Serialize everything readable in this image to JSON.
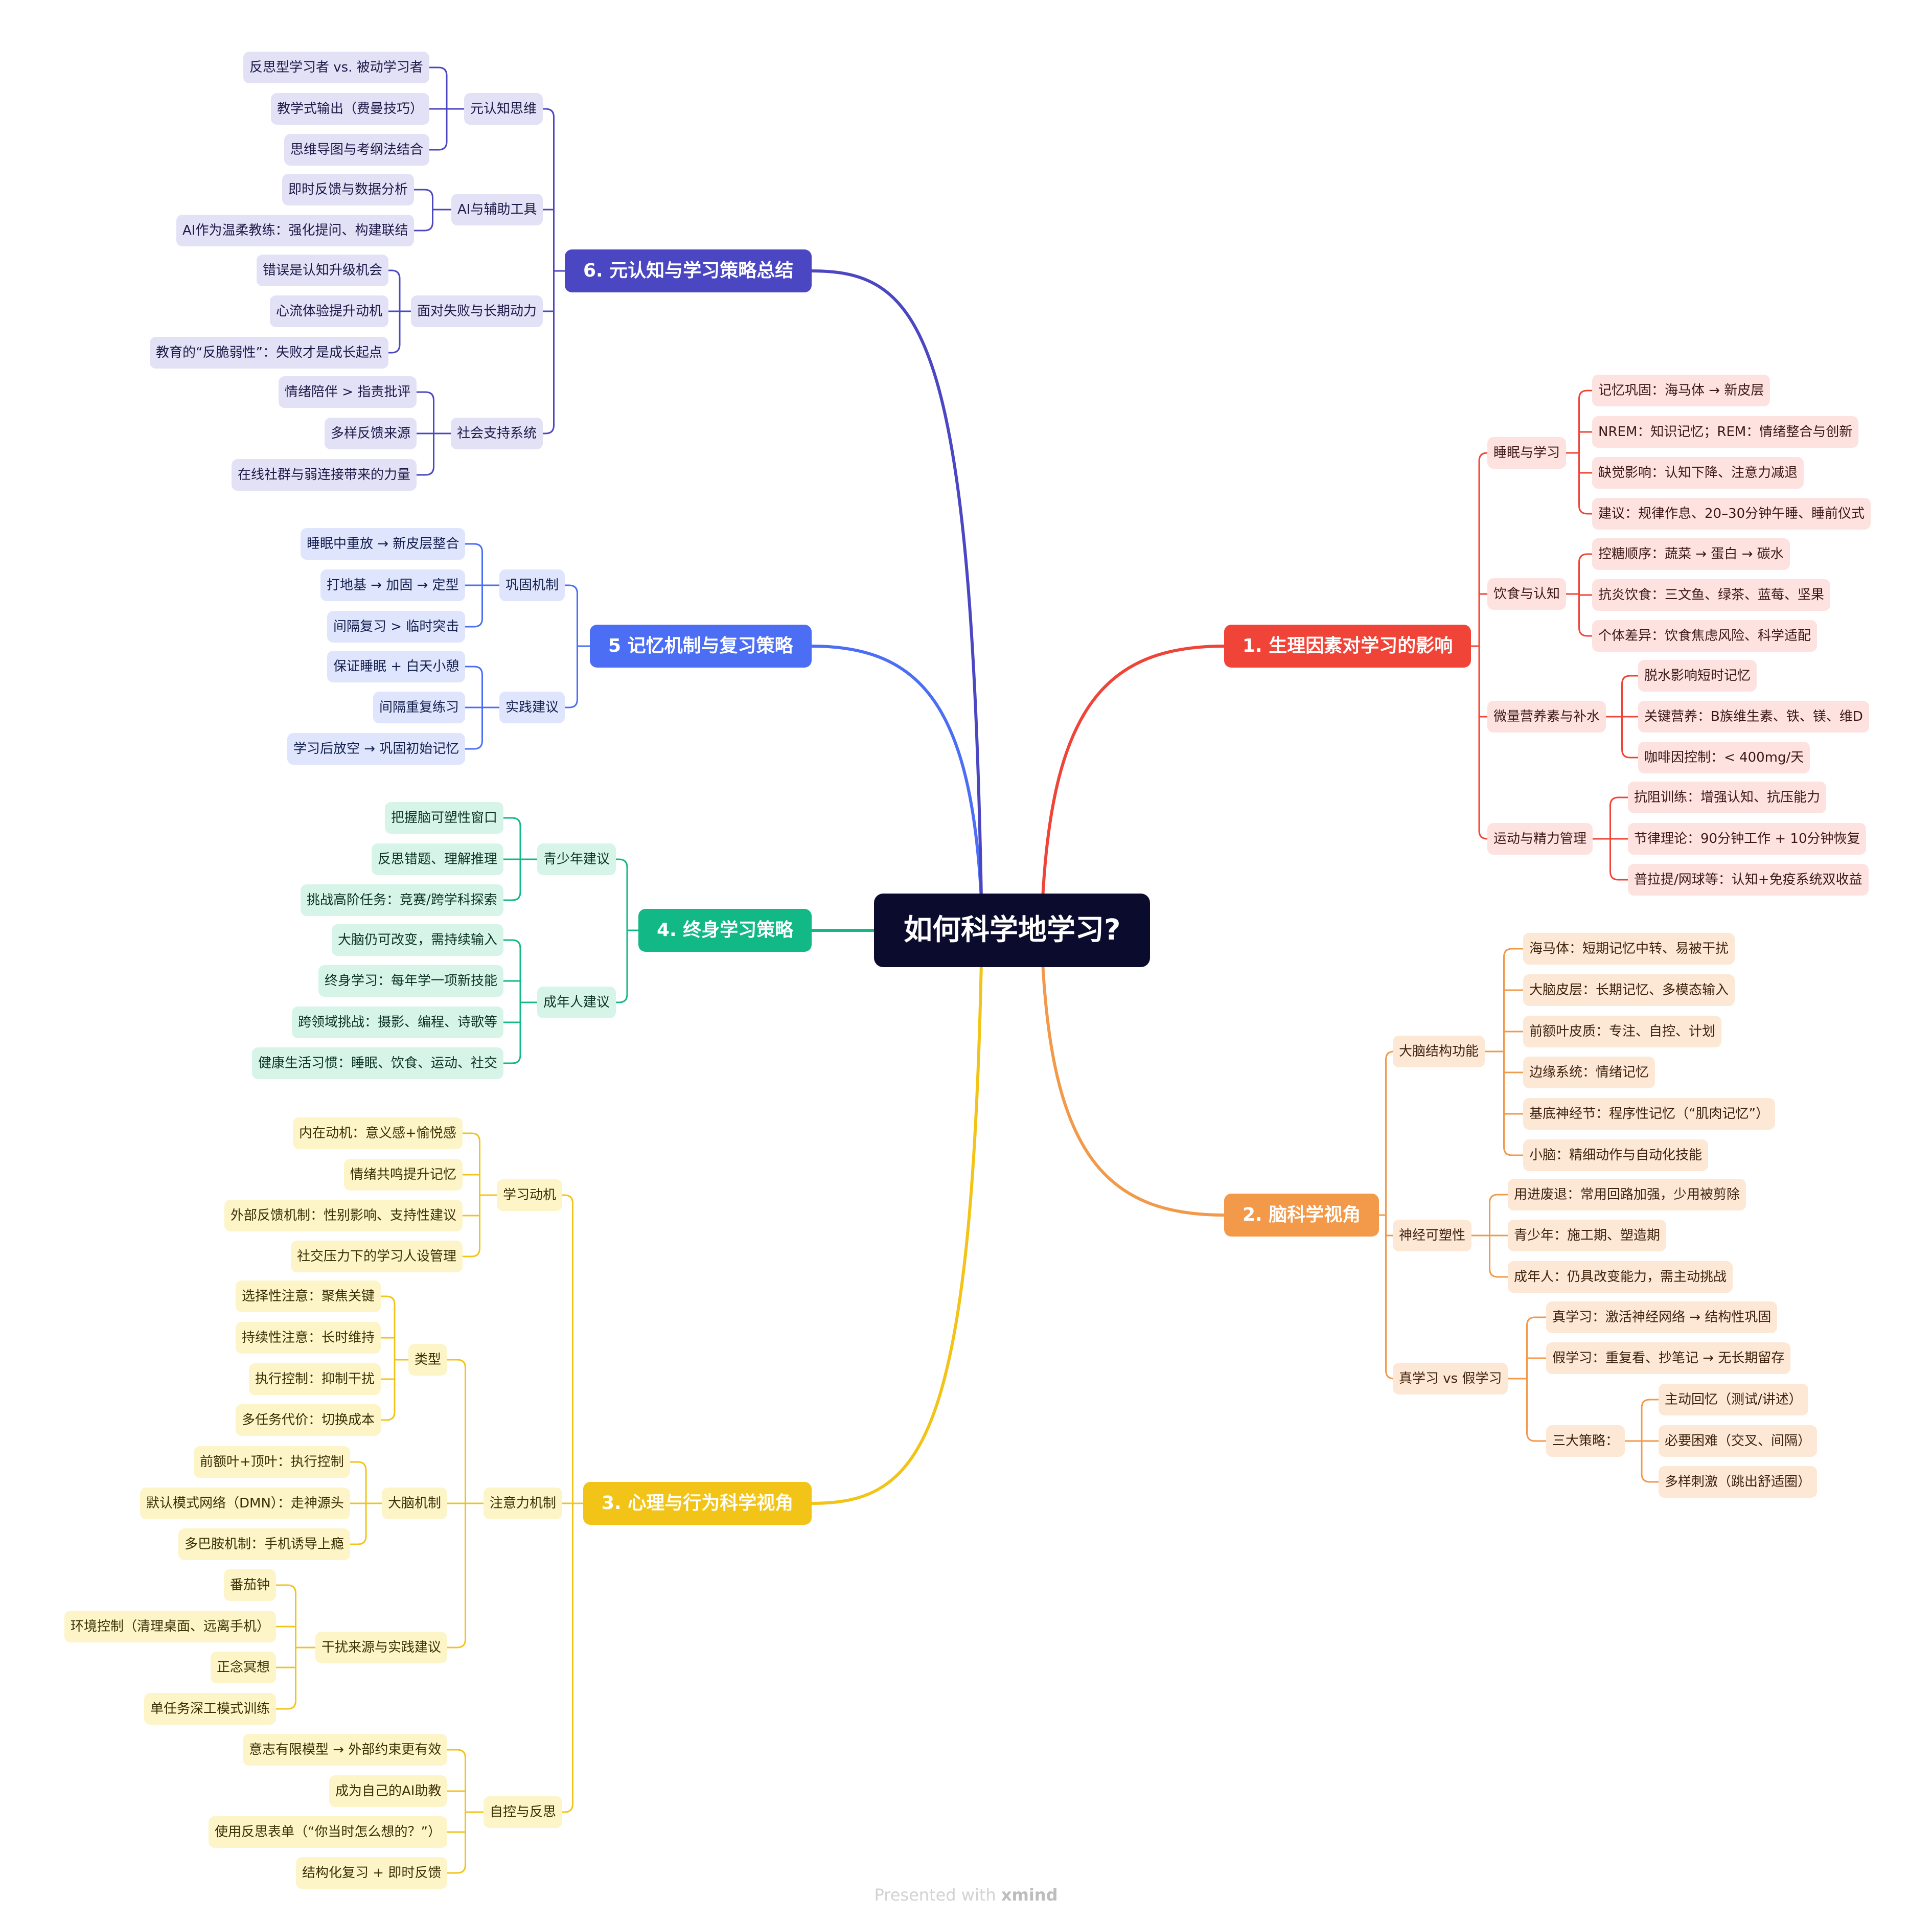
{
  "root": {
    "label": "如何科学地学习?",
    "color": "#0b0b2e"
  },
  "branches": [
    {
      "id": "b1",
      "label": "1. 生理因素对学习的影响",
      "color": "#f04438",
      "light": "#fde2e0",
      "text": "#3c1715",
      "side": "right",
      "groups": [
        {
          "label": "睡眠与学习",
          "items": [
            "记忆巩固：海马体 → 新皮层",
            "NREM：知识记忆；REM：情绪整合与创新",
            "缺觉影响：认知下降、注意力减退",
            "建议：规律作息、20–30分钟午睡、睡前仪式"
          ]
        },
        {
          "label": "饮食与认知",
          "items": [
            "控糖顺序：蔬菜 → 蛋白 → 碳水",
            "抗炎饮食：三文鱼、绿茶、蓝莓、坚果",
            "个体差异：饮食焦虑风险、科学适配"
          ]
        },
        {
          "label": "微量营养素与补水",
          "items": [
            "脱水影响短时记忆",
            "关键营养：B族维生素、铁、镁、维D",
            "咖啡因控制：< 400mg/天"
          ]
        },
        {
          "label": "运动与精力管理",
          "items": [
            "抗阻训练：增强认知、抗压能力",
            "节律理论：90分钟工作 + 10分钟恢复",
            "普拉提/网球等：认知+免疫系统双收益"
          ]
        }
      ]
    },
    {
      "id": "b2",
      "label": "2. 脑科学视角",
      "color": "#f2994a",
      "light": "#fde7d5",
      "text": "#3d230d",
      "side": "right",
      "groups": [
        {
          "label": "大脑结构功能",
          "items": [
            "海马体：短期记忆中转、易被干扰",
            "大脑皮层：长期记忆、多模态输入",
            "前额叶皮质：专注、自控、计划",
            "边缘系统：情绪记忆",
            "基底神经节：程序性记忆（“肌肉记忆”）",
            "小脑：精细动作与自动化技能"
          ]
        },
        {
          "label": "神经可塑性",
          "items": [
            "用进废退：常用回路加强，少用被剪除",
            "青少年：施工期、塑造期",
            "成年人：仍具改变能力，需主动挑战"
          ]
        },
        {
          "label": "真学习 vs 假学习",
          "items": [
            "真学习：激活神经网络 → 结构性巩固",
            "假学习：重复看、抄笔记 → 无长期留存",
            {
              "label": "三大策略：",
              "items": [
                "主动回忆（测试/讲述）",
                "必要困难（交叉、间隔）",
                "多样刺激（跳出舒适圈）"
              ]
            }
          ]
        }
      ]
    },
    {
      "id": "b3",
      "label": "3. 心理与行为科学视角",
      "color": "#f2c418",
      "light": "#fdf4c8",
      "text": "#3a2f05",
      "side": "left",
      "groups": [
        {
          "label": "学习动机",
          "items": [
            "内在动机：意义感+愉悦感",
            "情绪共鸣提升记忆",
            "外部反馈机制：性别影响、支持性建议",
            "社交压力下的学习人设管理"
          ]
        },
        {
          "label": "注意力机制",
          "items": [
            {
              "label": "类型",
              "items": [
                "选择性注意：聚焦关键",
                "持续性注意：长时维持",
                "执行控制：抑制干扰",
                "多任务代价：切换成本"
              ]
            },
            {
              "label": "大脑机制",
              "items": [
                "前额叶+顶叶：执行控制",
                "默认模式网络（DMN）：走神源头",
                "多巴胺机制：手机诱导上瘾"
              ]
            },
            {
              "label": "干扰来源与实践建议",
              "items": [
                "番茄钟",
                "环境控制（清理桌面、远离手机）",
                "正念冥想",
                "单任务深工模式训练"
              ]
            }
          ]
        },
        {
          "label": "自控与反思",
          "items": [
            "意志有限模型 → 外部约束更有效",
            "成为自己的AI助教",
            "使用反思表单（“你当时怎么想的？”）",
            "结构化复习 + 即时反馈"
          ]
        }
      ]
    },
    {
      "id": "b4",
      "label": "4. 终身学习策略",
      "color": "#12b886",
      "light": "#d7f4e9",
      "text": "#0b3326",
      "side": "left",
      "groups": [
        {
          "label": "青少年建议",
          "items": [
            "把握脑可塑性窗口",
            "反思错题、理解推理",
            "挑战高阶任务：竞赛/跨学科探索"
          ]
        },
        {
          "label": "成年人建议",
          "items": [
            "大脑仍可改变，需持续输入",
            "终身学习：每年学一项新技能",
            "跨领域挑战：摄影、编程、诗歌等",
            "健康生活习惯：睡眠、饮食、运动、社交"
          ]
        }
      ]
    },
    {
      "id": "b5",
      "label": "5 记忆机制与复习策略",
      "color": "#4c6ef5",
      "light": "#dfe5fd",
      "text": "#131f4d",
      "side": "left",
      "groups": [
        {
          "label": "巩固机制",
          "items": [
            "睡眠中重放 → 新皮层整合",
            "打地基 → 加固 → 定型",
            "间隔复习 > 临时突击"
          ]
        },
        {
          "label": "实践建议",
          "items": [
            "保证睡眠 + 白天小憩",
            "间隔重复练习",
            "学习后放空 → 巩固初始记忆"
          ]
        }
      ]
    },
    {
      "id": "b6",
      "label": "6. 元认知与学习策略总结",
      "color": "#4b47c2",
      "light": "#e2e1f6",
      "text": "#1b1947",
      "side": "left",
      "groups": [
        {
          "label": "元认知思维",
          "items": [
            "反思型学习者 vs. 被动学习者",
            "教学式输出（费曼技巧）",
            "思维导图与考纲法结合"
          ]
        },
        {
          "label": "AI与辅助工具",
          "items": [
            "即时反馈与数据分析",
            "AI作为温柔教练：强化提问、构建联结"
          ]
        },
        {
          "label": "面对失败与长期动力",
          "items": [
            "错误是认知升级机会",
            "心流体验提升动机",
            "教育的“反脆弱性”：失败才是成长起点"
          ]
        },
        {
          "label": "社会支持系统",
          "items": [
            "情绪陪伴 > 指责批评",
            "多样反馈来源",
            "在线社群与弱连接带来的力量"
          ]
        }
      ]
    }
  ],
  "footer": {
    "prefix": "Presented with ",
    "brand": "xmind"
  }
}
